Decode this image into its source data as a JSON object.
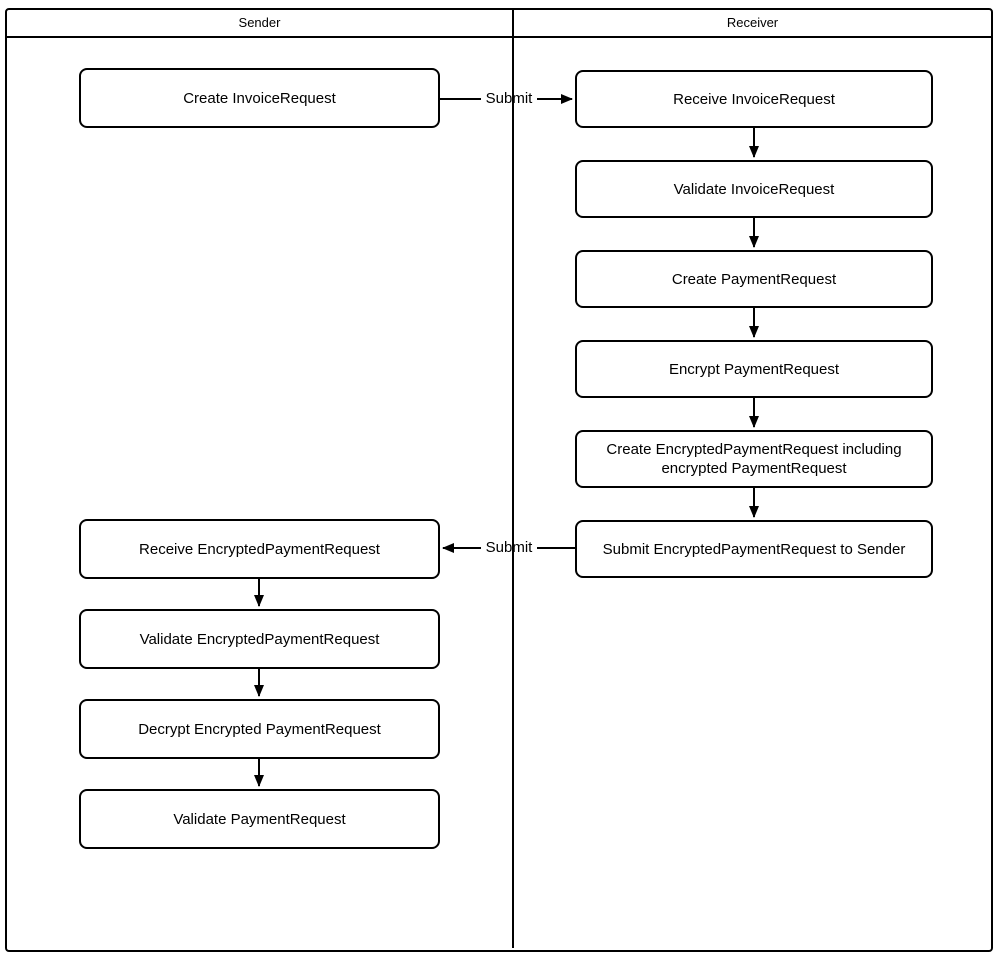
{
  "lanes": {
    "sender": {
      "label": "Sender",
      "steps": [
        {
          "label": "Create InvoiceRequest"
        },
        {
          "label": "Receive EncryptedPaymentRequest"
        },
        {
          "label": "Validate EncryptedPaymentRequest"
        },
        {
          "label": "Decrypt Encrypted PaymentRequest"
        },
        {
          "label": "Validate PaymentRequest"
        }
      ]
    },
    "receiver": {
      "label": "Receiver",
      "steps": [
        {
          "label": "Receive InvoiceRequest"
        },
        {
          "label": "Validate InvoiceRequest"
        },
        {
          "label": "Create PaymentRequest"
        },
        {
          "label": "Encrypt PaymentRequest"
        },
        {
          "label": "Create EncryptedPaymentRequest including encrypted PaymentRequest"
        },
        {
          "label": "Submit EncryptedPaymentRequest to Sender"
        }
      ]
    }
  },
  "edges": {
    "submit_invoice_label": "Submit",
    "submit_encrypted_payment_label": "Submit"
  },
  "colors": {
    "line": "#000000",
    "background": "#ffffff"
  }
}
